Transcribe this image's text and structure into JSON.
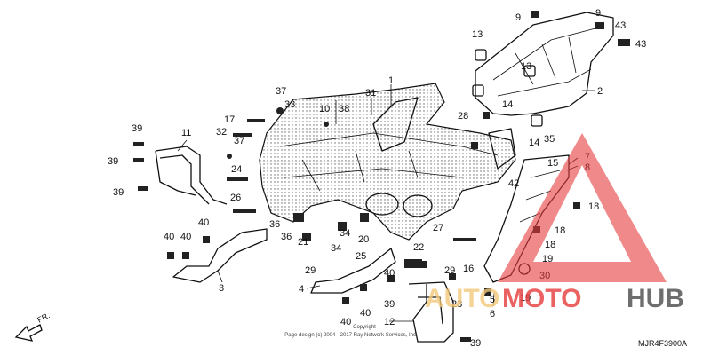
{
  "callouts": [
    "1",
    "2",
    "3",
    "4",
    "5",
    "6",
    "7",
    "8",
    "9",
    "9",
    "10",
    "11",
    "12",
    "13",
    "13",
    "14",
    "14",
    "15",
    "16",
    "17",
    "18",
    "18",
    "18",
    "19",
    "19",
    "20",
    "21",
    "22",
    "23",
    "24",
    "25",
    "26",
    "27",
    "28",
    "29",
    "29",
    "30",
    "31",
    "32",
    "33",
    "34",
    "34",
    "35",
    "36",
    "36",
    "37",
    "37",
    "38",
    "39",
    "39",
    "39",
    "39",
    "39",
    "40",
    "40",
    "40",
    "40",
    "40",
    "40",
    "42",
    "43",
    "43"
  ],
  "copyright_line1": "Copyright",
  "copyright_line2": "Page design (c) 2004 - 2017 Ray Network Services, Inc.",
  "diagram_code": "MJR4F3900A",
  "fr_label": "FR.",
  "watermark": {
    "word1": "AUTO",
    "word2": "MOTO",
    "word3": "HUB",
    "color_yellow": "#f3c97a",
    "color_red": "#e63b3b",
    "color_dark": "#4a4a4a"
  }
}
